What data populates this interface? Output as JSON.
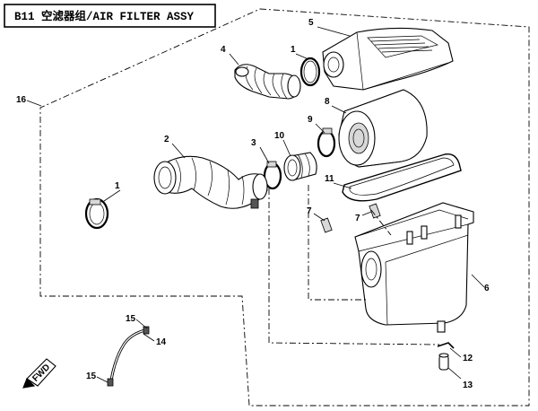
{
  "title": "B11 空滤器组/AIR FILTER ASSY",
  "callouts": [
    {
      "id": "c1a",
      "label": "1"
    },
    {
      "id": "c1b",
      "label": "1"
    },
    {
      "id": "c2",
      "label": "2"
    },
    {
      "id": "c3",
      "label": "3"
    },
    {
      "id": "c4",
      "label": "4"
    },
    {
      "id": "c5",
      "label": "5"
    },
    {
      "id": "c6",
      "label": "6"
    },
    {
      "id": "c7a",
      "label": "7"
    },
    {
      "id": "c7b",
      "label": "7"
    },
    {
      "id": "c8",
      "label": "8"
    },
    {
      "id": "c9",
      "label": "9"
    },
    {
      "id": "c10",
      "label": "10"
    },
    {
      "id": "c11",
      "label": "11"
    },
    {
      "id": "c12",
      "label": "12"
    },
    {
      "id": "c13",
      "label": "13"
    },
    {
      "id": "c14",
      "label": "14"
    },
    {
      "id": "c15a",
      "label": "15"
    },
    {
      "id": "c15b",
      "label": "15"
    },
    {
      "id": "c16",
      "label": "16"
    }
  ],
  "front_badge": "FWD"
}
